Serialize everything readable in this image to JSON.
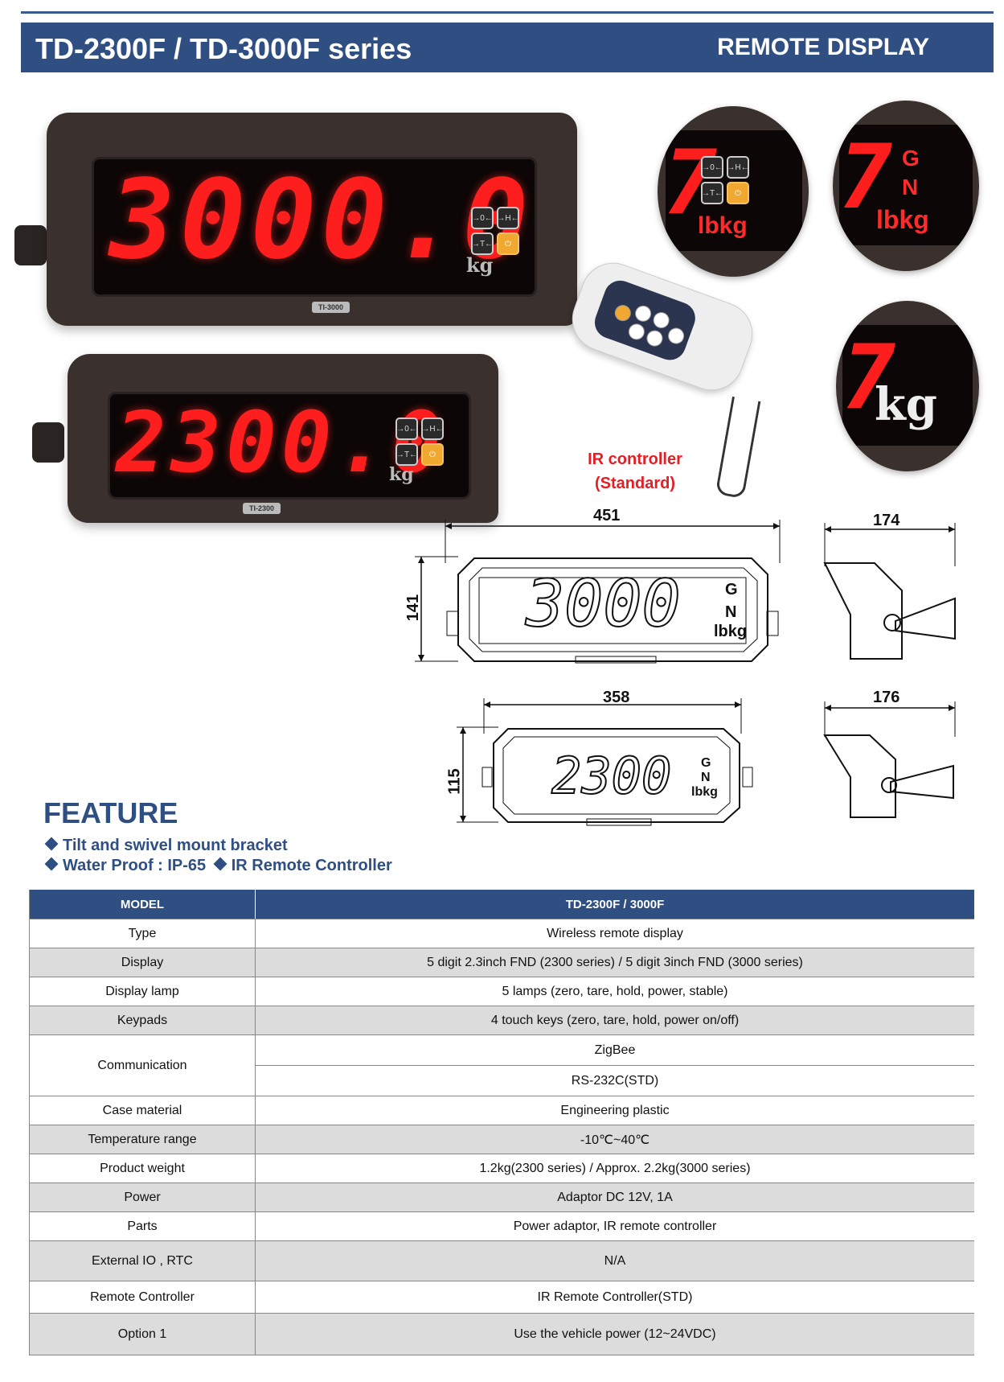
{
  "header": {
    "title": "TD-2300F / TD-3000F series",
    "category": "REMOTE DISPLAY"
  },
  "displays": [
    {
      "reading": "3000.0",
      "unit": "kg",
      "badge": "TI-3000"
    },
    {
      "reading": "2300.0",
      "unit": "kg",
      "badge": "TI-2300"
    }
  ],
  "closeups": {
    "a_labels": "lbkg",
    "b_g": "G",
    "b_n": "N",
    "b_labels": "lbkg",
    "c_unit": "kg"
  },
  "remote": {
    "caption_line1": "IR controller",
    "caption_line2": "(Standard)"
  },
  "drawings": {
    "large": {
      "width": "451",
      "height": "141",
      "depth": "174",
      "reading": "3000",
      "g": "G",
      "n": "N",
      "unit": "lbkg"
    },
    "small": {
      "width": "358",
      "height": "115",
      "depth": "176",
      "reading": "2300",
      "g": "G",
      "n": "N",
      "unit": "lbkg"
    }
  },
  "feature": {
    "title": "FEATURE",
    "items": [
      "Tilt and swivel mount bracket",
      "Water Proof : IP-65",
      "IR Remote Controller"
    ]
  },
  "table": {
    "header": [
      "MODEL",
      "TD-2300F / 3000F"
    ],
    "rows": [
      {
        "label": "Type",
        "value": "Wireless remote display"
      },
      {
        "label": "Display",
        "value": "5 digit  2.3inch FND (2300 series)  / 5 digit  3inch FND (3000 series)"
      },
      {
        "label": "Display lamp",
        "value": "5 lamps (zero, tare, hold, power, stable)"
      },
      {
        "label": "Keypads",
        "value": "4 touch keys (zero, tare, hold, power on/off)"
      },
      {
        "label": "Communication",
        "value": "ZigBee",
        "value2": "RS-232C(STD)"
      },
      {
        "label": "Case material",
        "value": "Engineering plastic"
      },
      {
        "label": "Temperature range",
        "value": "-10℃~40℃"
      },
      {
        "label": "Product weight",
        "value": "1.2kg(2300 series) / Approx. 2.2kg(3000 series)"
      },
      {
        "label": "Power",
        "value": "Adaptor DC 12V, 1A"
      },
      {
        "label": "Parts",
        "value": "Power adaptor, IR remote controller"
      },
      {
        "label": "External IO , RTC",
        "value": "N/A"
      },
      {
        "label": "Remote Controller",
        "value": "IR Remote Controller(STD)"
      },
      {
        "label": "Option 1",
        "value": "Use the vehicle power (12~24VDC)"
      }
    ]
  },
  "colors": {
    "brand": "#2f4f83",
    "led": "#ff1e1e",
    "caption": "#e31e24",
    "shade": "#dcdcdc"
  }
}
